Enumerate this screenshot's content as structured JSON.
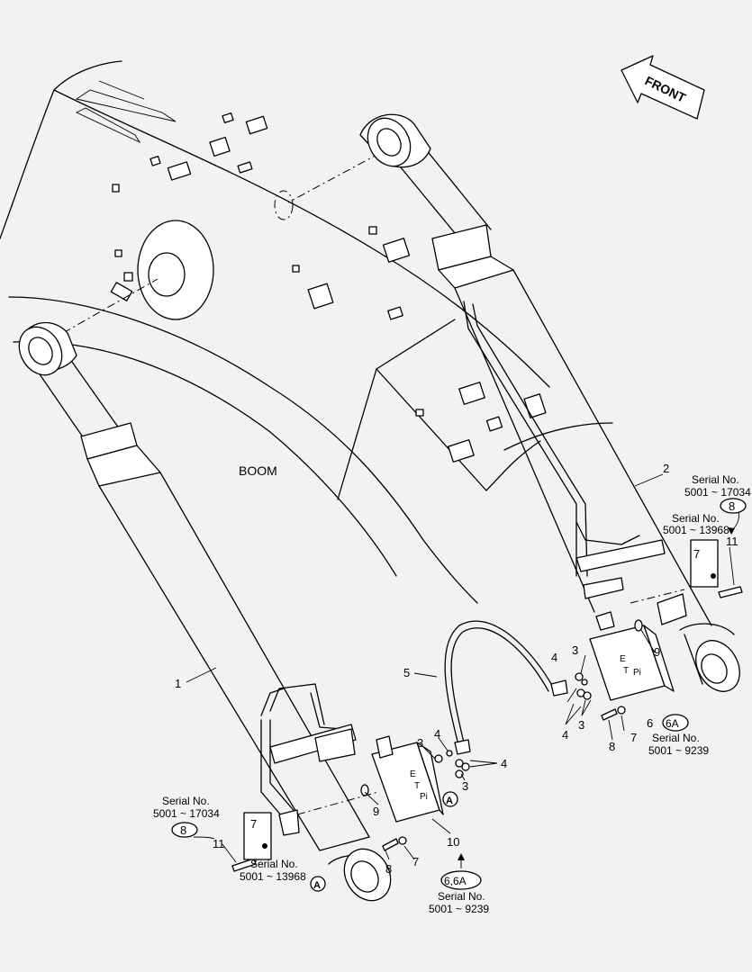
{
  "front_label": "FRONT",
  "boom_label": "BOOM",
  "parts": {
    "p1": "1",
    "p2": "2",
    "p3a": "3",
    "p3b": "3",
    "p3c": "3",
    "p3d": "3",
    "p4a": "4",
    "p4b": "4",
    "p4c": "4",
    "p4d": "4",
    "p5": "5",
    "p6": "6",
    "p6a": "6A",
    "p6ref": "6,6A",
    "p7a": "7",
    "p7b": "7",
    "p7c": "7",
    "p7d": "7",
    "p8a": "8",
    "p8b": "8",
    "p8c": "8",
    "p8d": "8",
    "p9a": "9",
    "p9b": "9",
    "p10": "10",
    "p11a": "11",
    "p11b": "11"
  },
  "serials": {
    "right_top_title": "Serial No.",
    "right_top_range": "5001 ~ 17034",
    "right_mid_title": "Serial No.",
    "right_mid_range": "5001 ~ 13968",
    "right_low_title": "Serial No.",
    "right_low_range": "5001 ~ 9239",
    "left_top_title": "Serial No.",
    "left_top_range": "5001 ~ 17034",
    "left_mid_title": "Serial No.",
    "left_mid_range": "5001 ~ 13968",
    "bottom_title": "Serial No.",
    "bottom_range": "5001 ~ 9239"
  },
  "view_marker": "A",
  "valve_ports": {
    "e": "E",
    "t": "T",
    "pi": "Pi"
  },
  "colors": {
    "background": "#f2f2f2",
    "line": "#000000",
    "fill": "#ffffff"
  }
}
